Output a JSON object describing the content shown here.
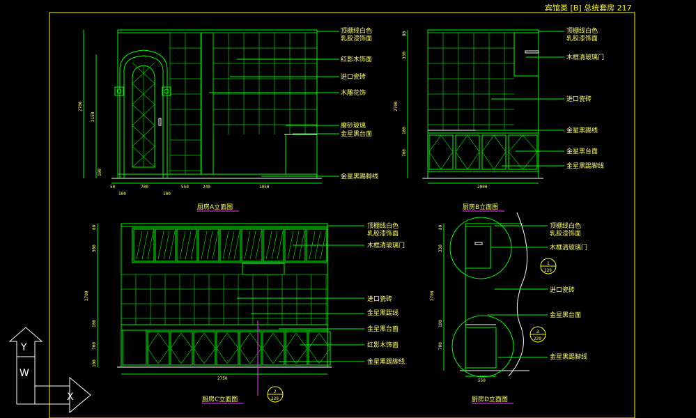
{
  "sheet_title": "宾馆类 [B] 总统套房 217",
  "view_titles": {
    "a": "厨房A立面图",
    "b": "厨房B立面图",
    "c": "厨房C立面图",
    "d": "厨房D立面图"
  },
  "labels_a": [
    "顶棚线白色",
    "乳胶漆饰面",
    "红影木饰面",
    "进口瓷砖",
    "木雕花饰",
    "磨砂玻璃",
    "金星黑台面",
    "金星黑踢脚线"
  ],
  "labels_b": [
    "顶棚线白色",
    "乳胶漆饰面",
    "木框清玻璃门",
    "进口瓷砖",
    "金星黑踢线",
    "金星黑台面",
    "金星黑踢脚线"
  ],
  "labels_c": [
    "顶棚线白色",
    "乳胶漆饰面",
    "木框清玻璃门",
    "进口瓷砖",
    "金星黑踢线",
    "金星黑台面",
    "红影木饰面",
    "金星黑踢脚线"
  ],
  "labels_d": [
    "顶棚线白色",
    "乳胶漆饰面",
    "木框清玻璃门",
    "进口瓷砖",
    "金星黑台面",
    "金星黑踢脚线"
  ],
  "dims_a_vertical": [
    "2700",
    "2150",
    "100"
  ],
  "dims_a_horizontal": [
    "50",
    "700",
    "550",
    "240",
    "1050",
    "100",
    "100"
  ],
  "dims_b_vertical": [
    "80",
    "330",
    "2700",
    "100",
    "700"
  ],
  "dims_b_horizontal": [
    "2000"
  ],
  "dims_c_vertical": [
    "80",
    "300",
    "2700",
    "100",
    "700",
    "100"
  ],
  "dims_c_horizontal": [
    "2750"
  ],
  "dims_d_vertical": [
    "80",
    "330",
    "2700",
    "100",
    "700"
  ],
  "dims_d_horizontal": [
    "550"
  ],
  "callouts": [
    {
      "top": "1",
      "bottom": "229"
    },
    {
      "top": "2",
      "bottom": "229"
    },
    {
      "top": "3",
      "bottom": "229"
    }
  ],
  "ucs_axis_labels": {
    "y": "Y",
    "w": "W",
    "x": "X"
  }
}
